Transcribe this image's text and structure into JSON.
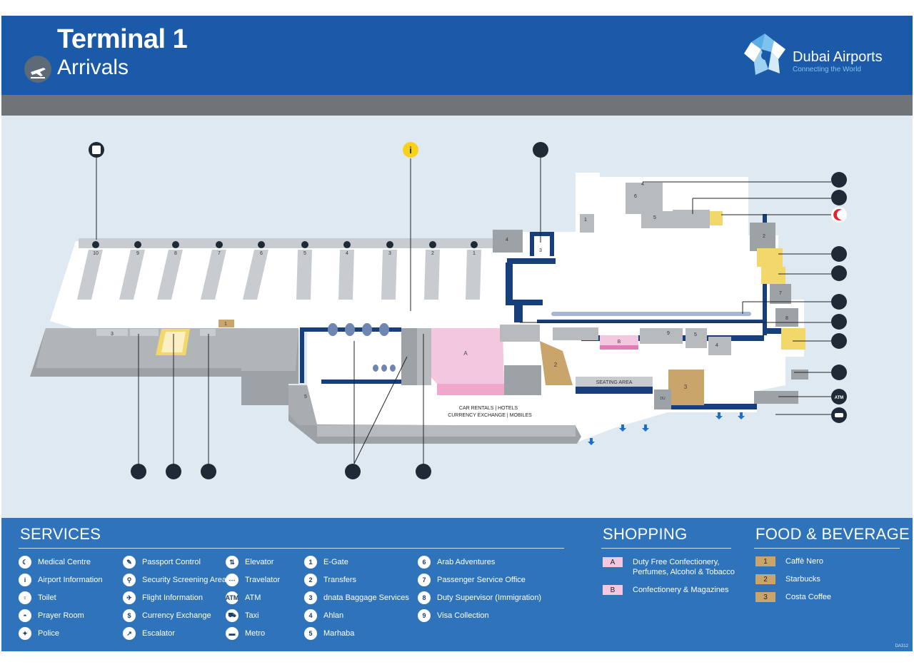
{
  "header": {
    "title": "Terminal 1",
    "subtitle": "Arrivals",
    "logo_name": "Dubai Airports",
    "logo_tagline": "Connecting the World"
  },
  "colors": {
    "header_blue": "#1b5aa8",
    "legend_blue": "#2f74bb",
    "map_bg": "#dfe9f1",
    "floor": "#ffffff",
    "wall_gray": "#a7abae",
    "dark_blue": "#163f7c",
    "duty_free_pink": "#f3c7df",
    "food_tan": "#c9a46b",
    "toilet_yellow": "#f2d86b"
  },
  "map": {
    "belts": [
      "10",
      "9",
      "8",
      "7",
      "6",
      "5",
      "4",
      "3",
      "2",
      "1"
    ],
    "zone_labels": {
      "duty_free_a": "A",
      "shop_b": "B",
      "food_1": "1",
      "food_2": "2",
      "food_3": "3",
      "seating": "SEATING AREA",
      "car_rentals_line1": "CAR RENTALS | HOTELS",
      "car_rentals_line2": "CURRENCY EXCHANGE | MOBILES",
      "du": "DU"
    },
    "service_numbers": {
      "n1_top": "1",
      "n3_left": "3",
      "n5_left": "5",
      "n4_top": "4",
      "n3_top": "3",
      "n4_north": "4",
      "n6": "6",
      "n5_north": "5",
      "n2": "2",
      "n7": "7",
      "n8": "8",
      "n9": "9",
      "n5_east": "5",
      "n4_east": "4"
    },
    "right_icons": [
      "elevator-icon",
      "currency-exchange-icon",
      "medical-centre-icon",
      "toilet-icon",
      "prayer-room-icon",
      "police-icon",
      "security-screening-icon",
      "toilet-icon",
      "metro-icon",
      "atm-icon",
      "taxi-icon"
    ],
    "top_icons": [
      "baggage-icon",
      "airport-information-icon",
      "police-icon"
    ],
    "bottom_icons": [
      "security-screening-icon",
      "toilet-icon",
      "currency-exchange-icon",
      "security-screening-icon",
      "currency-exchange-icon"
    ],
    "atm_text": "ATM"
  },
  "legend": {
    "services_title": "SERVICES",
    "shopping_title": "SHOPPING",
    "food_title": "FOOD & BEVERAGE",
    "services_col1": [
      {
        "icon": "medical-centre-icon",
        "glyph": "☾",
        "label": "Medical Centre"
      },
      {
        "icon": "airport-information-icon",
        "glyph": "i",
        "label": "Airport Information"
      },
      {
        "icon": "toilet-icon",
        "glyph": "♀",
        "label": "Toilet"
      },
      {
        "icon": "prayer-room-icon",
        "glyph": "◓",
        "label": "Prayer Room"
      },
      {
        "icon": "police-icon",
        "glyph": "✦",
        "label": "Police"
      }
    ],
    "services_col2": [
      {
        "icon": "passport-control-icon",
        "glyph": "✎",
        "label": "Passport Control"
      },
      {
        "icon": "security-screening-icon",
        "glyph": "⚲",
        "label": "Security Screening Areas"
      },
      {
        "icon": "flight-information-icon",
        "glyph": "✈",
        "label": "Flight Information"
      },
      {
        "icon": "currency-exchange-icon",
        "glyph": "$",
        "label": "Currency Exchange"
      },
      {
        "icon": "escalator-icon",
        "glyph": "↗",
        "label": "Escalator"
      }
    ],
    "services_col3": [
      {
        "icon": "elevator-icon",
        "glyph": "⇅",
        "label": "Elevator"
      },
      {
        "icon": "travelator-icon",
        "glyph": "⋯",
        "label": "Travelator"
      },
      {
        "icon": "atm-icon",
        "glyph": "ATM",
        "label": "ATM"
      },
      {
        "icon": "taxi-icon",
        "glyph": "⛟",
        "label": "Taxi"
      },
      {
        "icon": "metro-icon",
        "glyph": "▬",
        "label": "Metro"
      }
    ],
    "services_col4": [
      {
        "num": "1",
        "label": "E-Gate"
      },
      {
        "num": "2",
        "label": "Transfers"
      },
      {
        "num": "3",
        "label": "dnata Baggage Services"
      },
      {
        "num": "4",
        "label": "Ahlan"
      },
      {
        "num": "5",
        "label": "Marhaba"
      }
    ],
    "services_col5": [
      {
        "num": "6",
        "label": "Arab Adventures"
      },
      {
        "num": "7",
        "label": "Passenger Service Office"
      },
      {
        "num": "8",
        "label": "Duty Supervisor (Immigration)"
      },
      {
        "num": "9",
        "label": "Visa Collection"
      }
    ],
    "shopping": [
      {
        "code": "A",
        "line1": "Duty Free Confectionery,",
        "line2": "Perfumes, Alcohol & Tobacco"
      },
      {
        "code": "B",
        "line1": "Confectionery & Magazines",
        "line2": ""
      }
    ],
    "food": [
      {
        "code": "1",
        "label": "Caffè Nero"
      },
      {
        "code": "2",
        "label": "Starbucks"
      },
      {
        "code": "3",
        "label": "Costa Coffee"
      }
    ],
    "corner_code": "DA312"
  }
}
